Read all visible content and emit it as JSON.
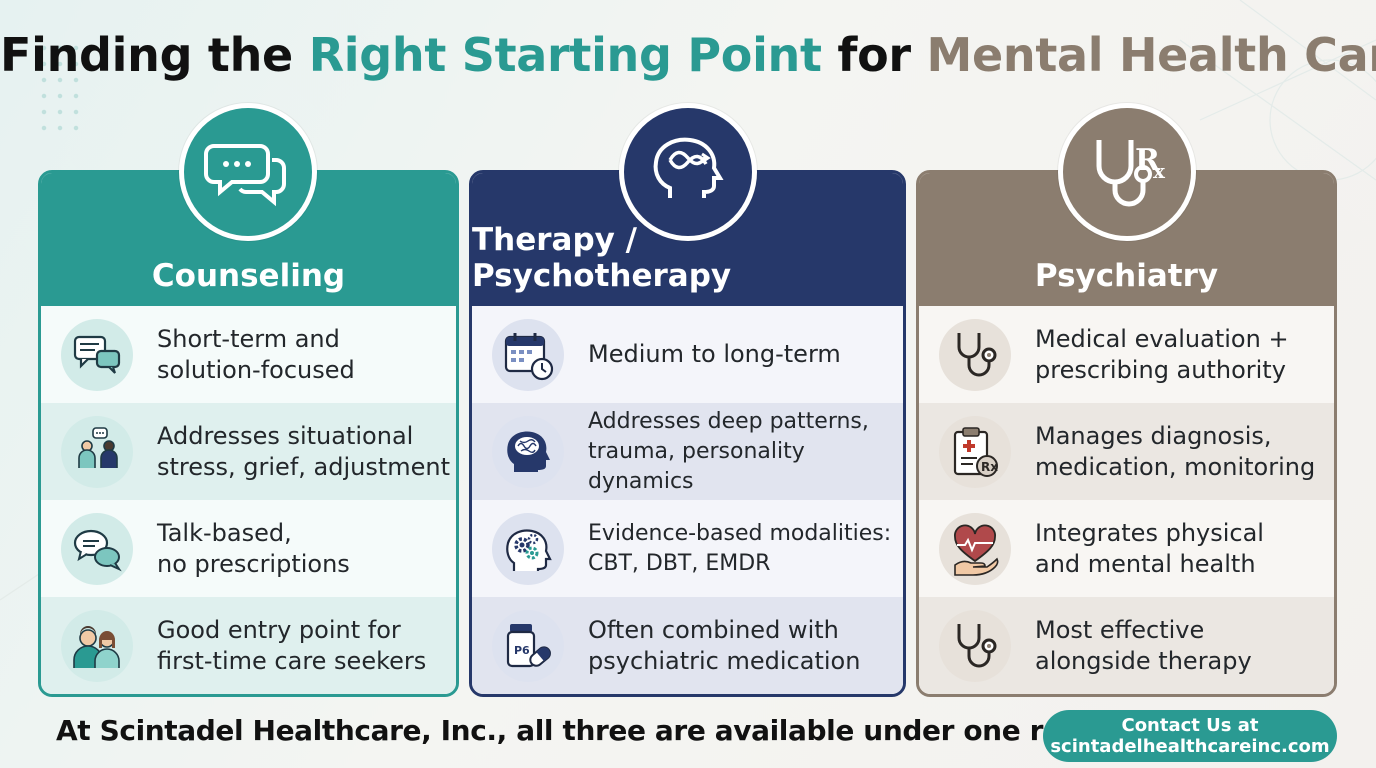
{
  "title": {
    "part1": "Finding the ",
    "part2": "Right Starting Point",
    "part3": " for ",
    "part4": "Mental Health Care"
  },
  "colors": {
    "teal": "#2a9a92",
    "navy": "#26386a",
    "taupe": "#8b7d6f"
  },
  "columns": [
    {
      "label": "Counseling",
      "icon": "speech-bubbles-icon",
      "rows": [
        {
          "icon": "chat-bubbles-icon",
          "line1": "Short-term and",
          "line2": "solution-focused"
        },
        {
          "icon": "counseling-session-icon",
          "line1": "Addresses situational",
          "line2": "stress, grief, adjustment"
        },
        {
          "icon": "talk-bubbles-icon",
          "line1": "Talk-based,",
          "line2": "no prescriptions"
        },
        {
          "icon": "people-icon",
          "line1": "Good entry point for",
          "line2": "first-time care seekers"
        }
      ]
    },
    {
      "label": "Therapy / Psychotherapy",
      "icon": "brain-cycle-icon",
      "rows": [
        {
          "icon": "calendar-clock-icon",
          "line1": "Medium to long-term",
          "line2": ""
        },
        {
          "icon": "head-brain-icon",
          "line1": "Addresses deep patterns,",
          "line2": "trauma, personality dynamics"
        },
        {
          "icon": "head-gears-icon",
          "line1": "Evidence-based modalities:",
          "line2": "CBT, DBT, EMDR"
        },
        {
          "icon": "pill-bottle-icon",
          "line1": "Often combined with",
          "line2": "psychiatric medication"
        }
      ]
    },
    {
      "label": "Psychiatry",
      "icon": "stethoscope-rx-icon",
      "rows": [
        {
          "icon": "stethoscope-icon",
          "line1": "Medical evaluation +",
          "line2": "prescribing authority"
        },
        {
          "icon": "clipboard-rx-icon",
          "line1": "Manages diagnosis,",
          "line2": "medication, monitoring"
        },
        {
          "icon": "heart-hand-icon",
          "line1": "Integrates physical",
          "line2": "and mental health"
        },
        {
          "icon": "stethoscope-icon",
          "line1": "Most effective",
          "line2": "alongside therapy"
        }
      ]
    }
  ],
  "footer": {
    "text": "At Scintadel Healthcare, Inc., all three are available under one roof.",
    "contact_line1": "Contact Us at",
    "contact_line2": "scintadelhealthcareinc.com"
  }
}
